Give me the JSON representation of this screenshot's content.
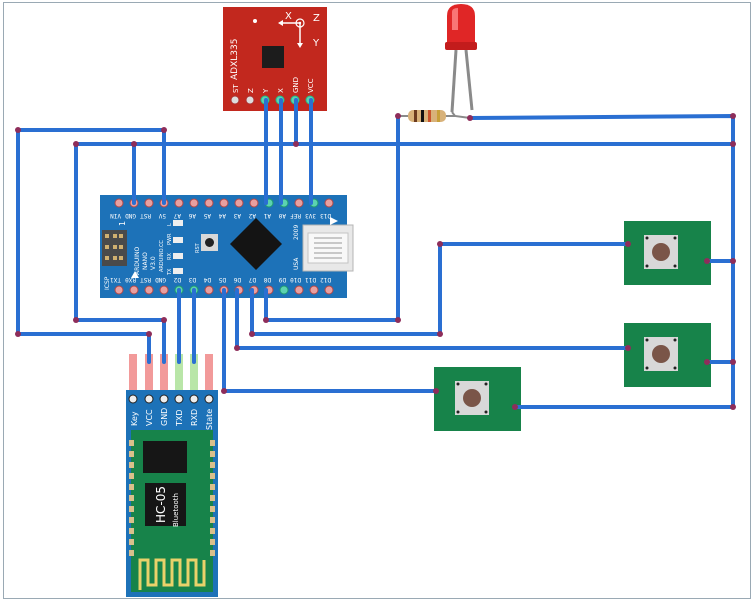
{
  "accelerometer": {
    "name": "ADXL335",
    "axes": [
      "X",
      "Y",
      "Z"
    ],
    "pins": [
      "ST",
      "Z",
      "Y",
      "X",
      "GND",
      "VCC"
    ]
  },
  "arduino": {
    "brand": "ARDUINO",
    "model": "NANO",
    "version": "V3.0",
    "year": "2009",
    "country": "USA",
    "icsp": "ICSP",
    "pin1": "1",
    "led_labels": [
      "L",
      "PWR",
      "RX",
      "TX"
    ],
    "reset_label": "RST",
    "credit": "ARDUINO.CC",
    "top_pins": [
      "VIN",
      "GND",
      "RST",
      "5V",
      "A7",
      "A6",
      "A5",
      "A4",
      "A3",
      "A2",
      "A1",
      "A0",
      "REF",
      "3V3",
      "D13"
    ],
    "bottom_pins": [
      "TX1",
      "RX0",
      "RST",
      "GND",
      "D2",
      "D3",
      "D4",
      "D5",
      "D6",
      "D7",
      "D8",
      "D9",
      "D10",
      "D11",
      "D12"
    ]
  },
  "bluetooth": {
    "name": "HC-05",
    "sub": "Bluetooth",
    "pins": [
      "Key",
      "VCC",
      "GND",
      "TXD",
      "RXD",
      "State"
    ]
  },
  "colors": {
    "wire": "#2a6fd2",
    "wire_dark": "#1b4f99",
    "pcb_blue": "#1d72b8",
    "pcb_red": "#c2281e",
    "pcb_green": "#17834a",
    "led": "#e02626"
  }
}
